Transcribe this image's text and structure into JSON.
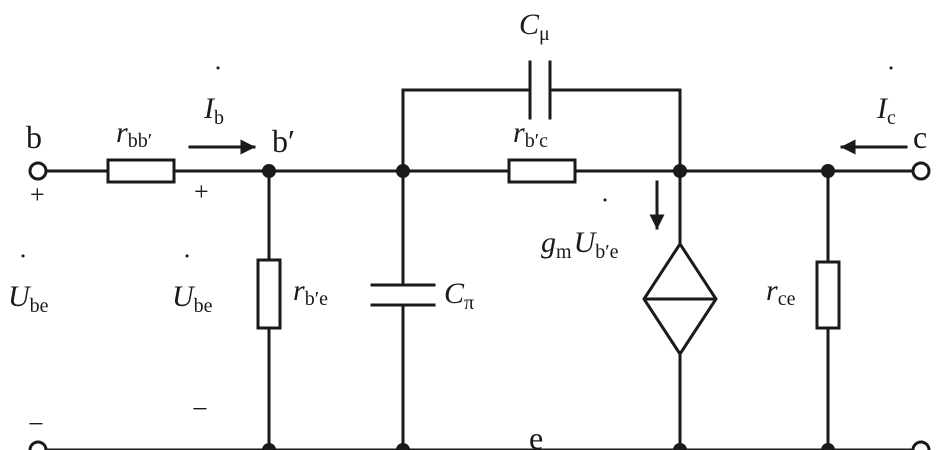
{
  "nodes": {
    "b": "b",
    "b_prime": "b′",
    "c": "c",
    "e": "e"
  },
  "components": {
    "r_bb": {
      "main": "r",
      "sub": "bb′"
    },
    "r_be": {
      "main": "r",
      "sub": "b′e"
    },
    "r_bc": {
      "main": "r",
      "sub": "b′c"
    },
    "r_ce": {
      "main": "r",
      "sub": "ce"
    },
    "c_pi": {
      "main": "C",
      "sub": "π"
    },
    "c_mu": {
      "main": "C",
      "sub": "μ"
    },
    "source": {
      "g": "g",
      "g_sub": "m",
      "u": "U",
      "u_dot": "˙",
      "u_sub": "b′e"
    }
  },
  "currents": {
    "ib": {
      "main": "I",
      "dot": "˙",
      "sub": "b"
    },
    "ic": {
      "main": "I",
      "dot": "˙",
      "sub": "c"
    }
  },
  "voltages": {
    "input": {
      "main": "U",
      "dot": "˙",
      "sub": "be"
    },
    "inner": {
      "main": "U",
      "dot": "˙",
      "sub": "be"
    }
  },
  "polarity": {
    "plus": "+",
    "minus": "−"
  },
  "colors": {
    "ink": "#1a1a1a",
    "background": "#ffffff"
  }
}
